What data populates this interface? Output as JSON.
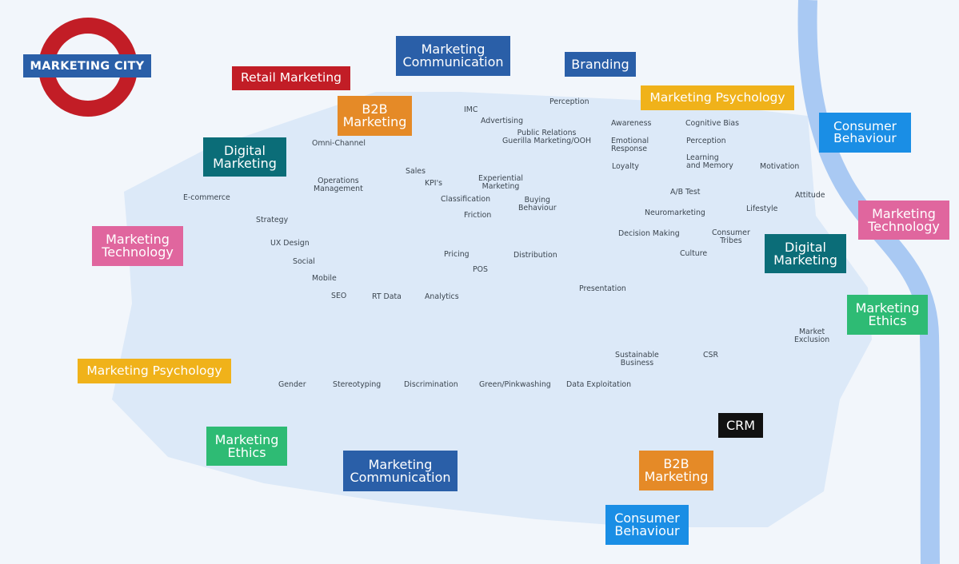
{
  "logo": {
    "text": "MARKETING CITY"
  },
  "colors": {
    "dark_blue": "#2a5fa8",
    "red": "#c21d26",
    "orange": "#e58a27",
    "teal": "#0b6d78",
    "yellow": "#f0b21a",
    "sky_blue": "#1a8ee5",
    "pink": "#e0669e",
    "green": "#2ebb74",
    "black": "#111111",
    "river": "#a9c9f3",
    "city": "#dce9f8"
  },
  "districts": [
    {
      "text": "Marketing\nCommunication",
      "color": "dark_blue",
      "icon": "district-marketing-communication-top"
    },
    {
      "text": "Branding",
      "color": "dark_blue"
    },
    {
      "text": "Retail Marketing",
      "color": "red"
    },
    {
      "text": "B2B\nMarketing",
      "color": "orange"
    },
    {
      "text": "Marketing Psychology",
      "color": "yellow"
    },
    {
      "text": "Consumer\nBehaviour",
      "color": "sky_blue"
    },
    {
      "text": "Digital\nMarketing",
      "color": "teal"
    },
    {
      "text": "Marketing\nTechnology",
      "color": "pink"
    },
    {
      "text": "Marketing\nTechnology",
      "color": "pink"
    },
    {
      "text": "Digital\nMarketing",
      "color": "teal"
    },
    {
      "text": "Marketing\nEthics",
      "color": "green"
    },
    {
      "text": "Marketing Psychology",
      "color": "yellow"
    },
    {
      "text": "CRM",
      "color": "black"
    },
    {
      "text": "Marketing\nEthics",
      "color": "green"
    },
    {
      "text": "Marketing\nCommunication",
      "color": "dark_blue"
    },
    {
      "text": "B2B\nMarketing",
      "color": "orange"
    },
    {
      "text": "Consumer\nBehaviour",
      "color": "sky_blue"
    }
  ],
  "streets": [
    "IMC",
    "Advertising",
    "Perception",
    "Public Relations\nGuerilla Marketing/OOH",
    "Awareness",
    "Cognitive Bias",
    "Emotional\nResponse",
    "Perception",
    "Omni-Channel",
    "Loyalty",
    "Learning\nand Memory",
    "Motivation",
    "Sales",
    "KPI's",
    "Experiential\nMarketing",
    "Operations\nManagement",
    "E-commerce",
    "Classification",
    "Buying\nBehaviour",
    "A/B Test",
    "Attitude",
    "Friction",
    "Strategy",
    "Neuromarketing",
    "Lifestyle",
    "Decision Making",
    "Consumer\nTribes",
    "UX Design",
    "Pricing",
    "Distribution",
    "Culture",
    "Social",
    "POS",
    "Mobile",
    "Presentation",
    "SEO",
    "RT Data",
    "Analytics",
    "Market\nExclusion",
    "Sustainable\nBusiness",
    "CSR",
    "Gender",
    "Stereotyping",
    "Discrimination",
    "Green/Pinkwashing",
    "Data Exploitation"
  ]
}
